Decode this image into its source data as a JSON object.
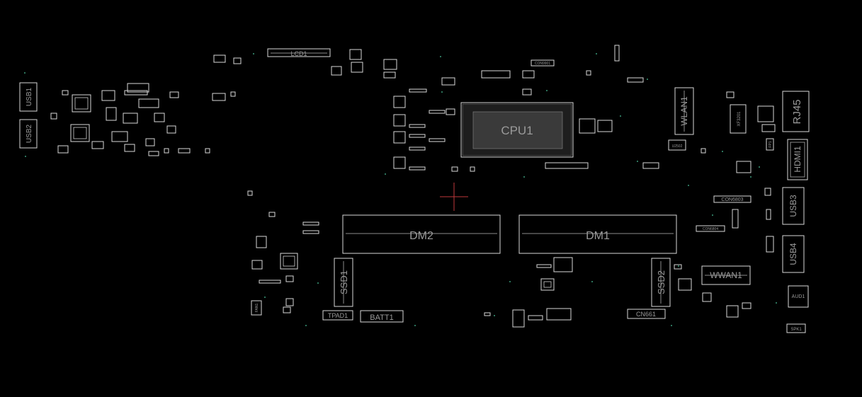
{
  "board": {
    "labels": {
      "cpu": "CPU1",
      "dimm_a": "DM2",
      "dimm_b": "DM1",
      "ssd_a": "SSD1",
      "ssd_b": "SSD2",
      "wlan": "WLAN1",
      "wwan": "WWAN1",
      "rj45": "RJ45",
      "hdmi": "HDMI1",
      "usb1": "USB1",
      "usb2": "USB2",
      "usb3": "USB3",
      "usb4": "USB4",
      "aud": "AUD1",
      "spk": "SPK1",
      "lcd": "LCD1",
      "tpad": "TPAD1",
      "batt": "BATT1",
      "cn661": "CN661",
      "con6803": "CON6803",
      "con6804": "CON6804",
      "con9901": "CON9901",
      "u2502": "U2502",
      "xf3201": "XF3201",
      "fp1": "FP1",
      "fan1": "FAN1"
    },
    "colors": {
      "background": "#000000",
      "outline": "#d8d8d8",
      "label": "#9a9a9a",
      "crosshair": "#c0393b",
      "via": "#3a9a7a"
    }
  }
}
